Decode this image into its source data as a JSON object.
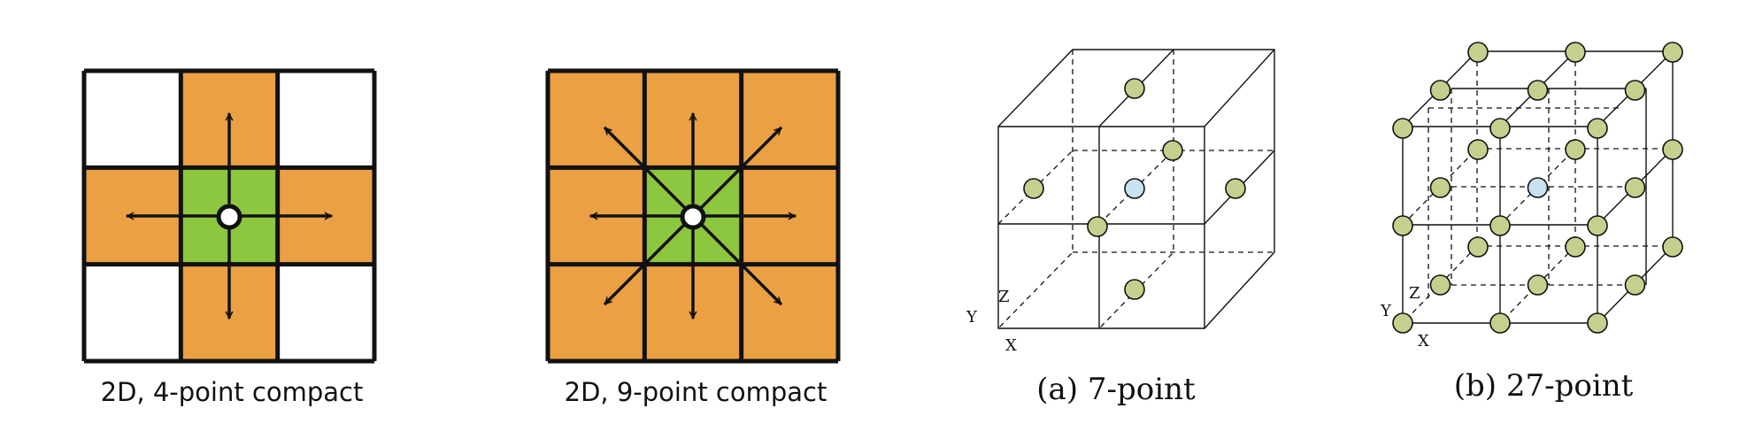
{
  "colors": {
    "orange": "#EBA044",
    "green": "#8DC63F",
    "point": "#C6CF8D",
    "center_point": "#C9E3EE",
    "line": "#111111",
    "background": "#FFFFFF"
  },
  "panels": [
    {
      "kind": "2d-stencil",
      "caption": "2D, 4-point compact",
      "neighbors": "4-point"
    },
    {
      "kind": "2d-stencil",
      "caption": "2D, 9-point compact",
      "neighbors": "9-point"
    },
    {
      "kind": "3d-stencil",
      "caption": "(a) 7-point",
      "axes": {
        "x": "X",
        "y": "Y",
        "z": "Z"
      }
    },
    {
      "kind": "3d-stencil",
      "caption": "(b) 27-point",
      "axes": {
        "x": "X",
        "y": "Y",
        "z": "Z"
      }
    }
  ]
}
